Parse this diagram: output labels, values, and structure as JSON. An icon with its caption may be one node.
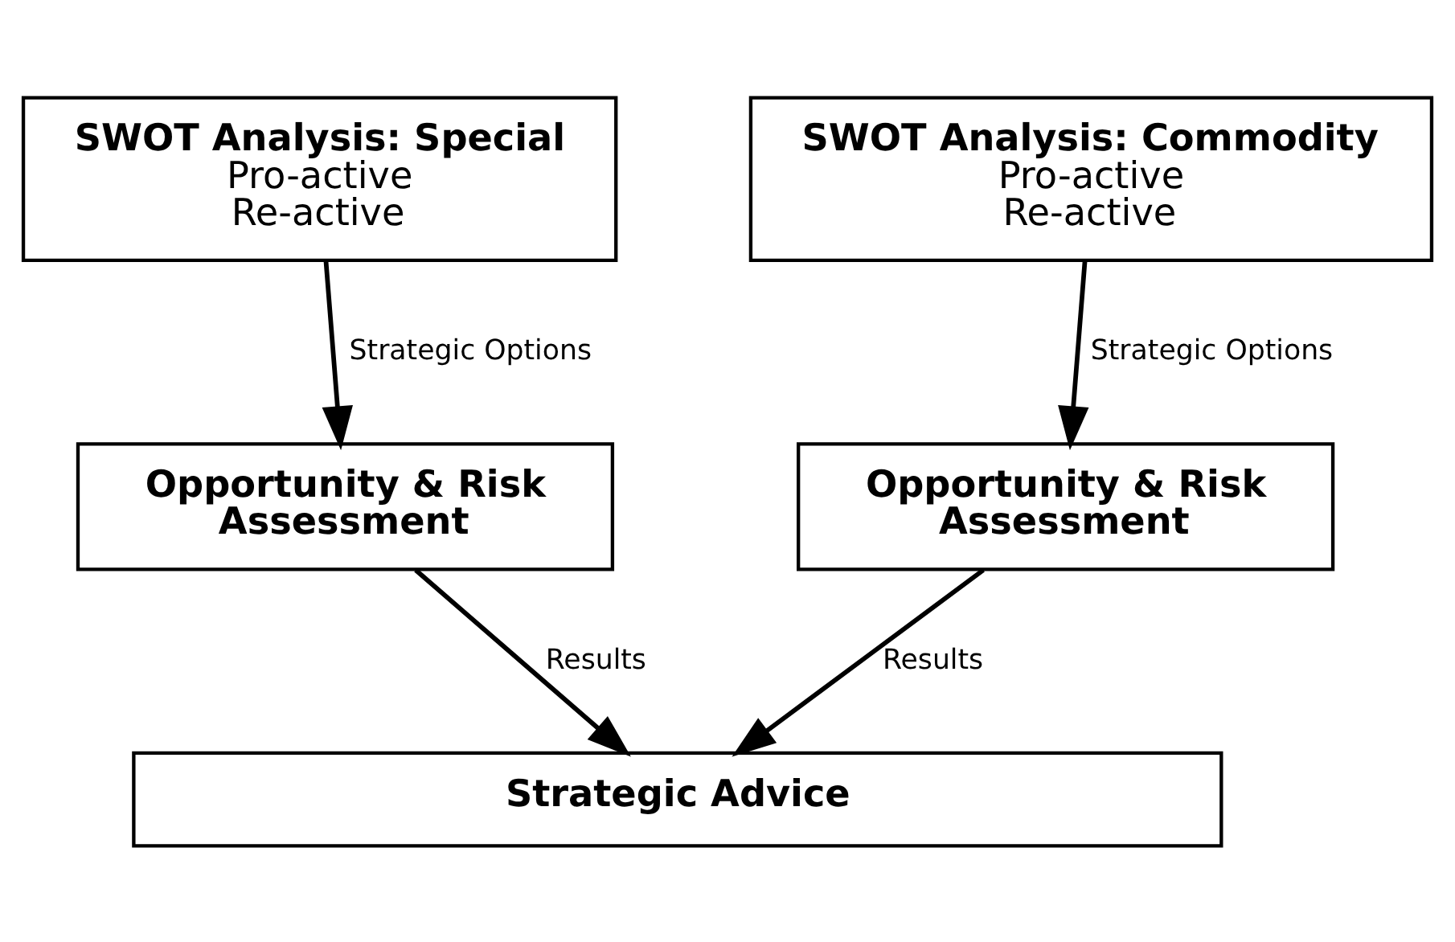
{
  "diagram": {
    "nodes": [
      {
        "text": [
          "SWOT Analysis: Special",
          "Pro-active",
          "Re-active"
        ]
      },
      {
        "text": [
          "SWOT Analysis: Commodity",
          "Pro-active",
          "Re-active"
        ]
      },
      {
        "text": [
          "Opportunity & Risk Assessment"
        ]
      },
      {
        "text": [
          "Opportunity & Risk Assessment"
        ]
      },
      {
        "text": [
          "Strategic Advice"
        ]
      }
    ],
    "edges": [
      {
        "from": 0,
        "to": 2,
        "arrow": "to",
        "label": "Strategic Options"
      },
      {
        "from": 1,
        "to": 3,
        "arrow": "to",
        "label": "Strategic Options"
      },
      {
        "from": 2,
        "to": 4,
        "arrow": "to",
        "label": "Results"
      },
      {
        "from": 3,
        "to": 4,
        "arrow": "to",
        "label": "Results"
      }
    ]
  }
}
